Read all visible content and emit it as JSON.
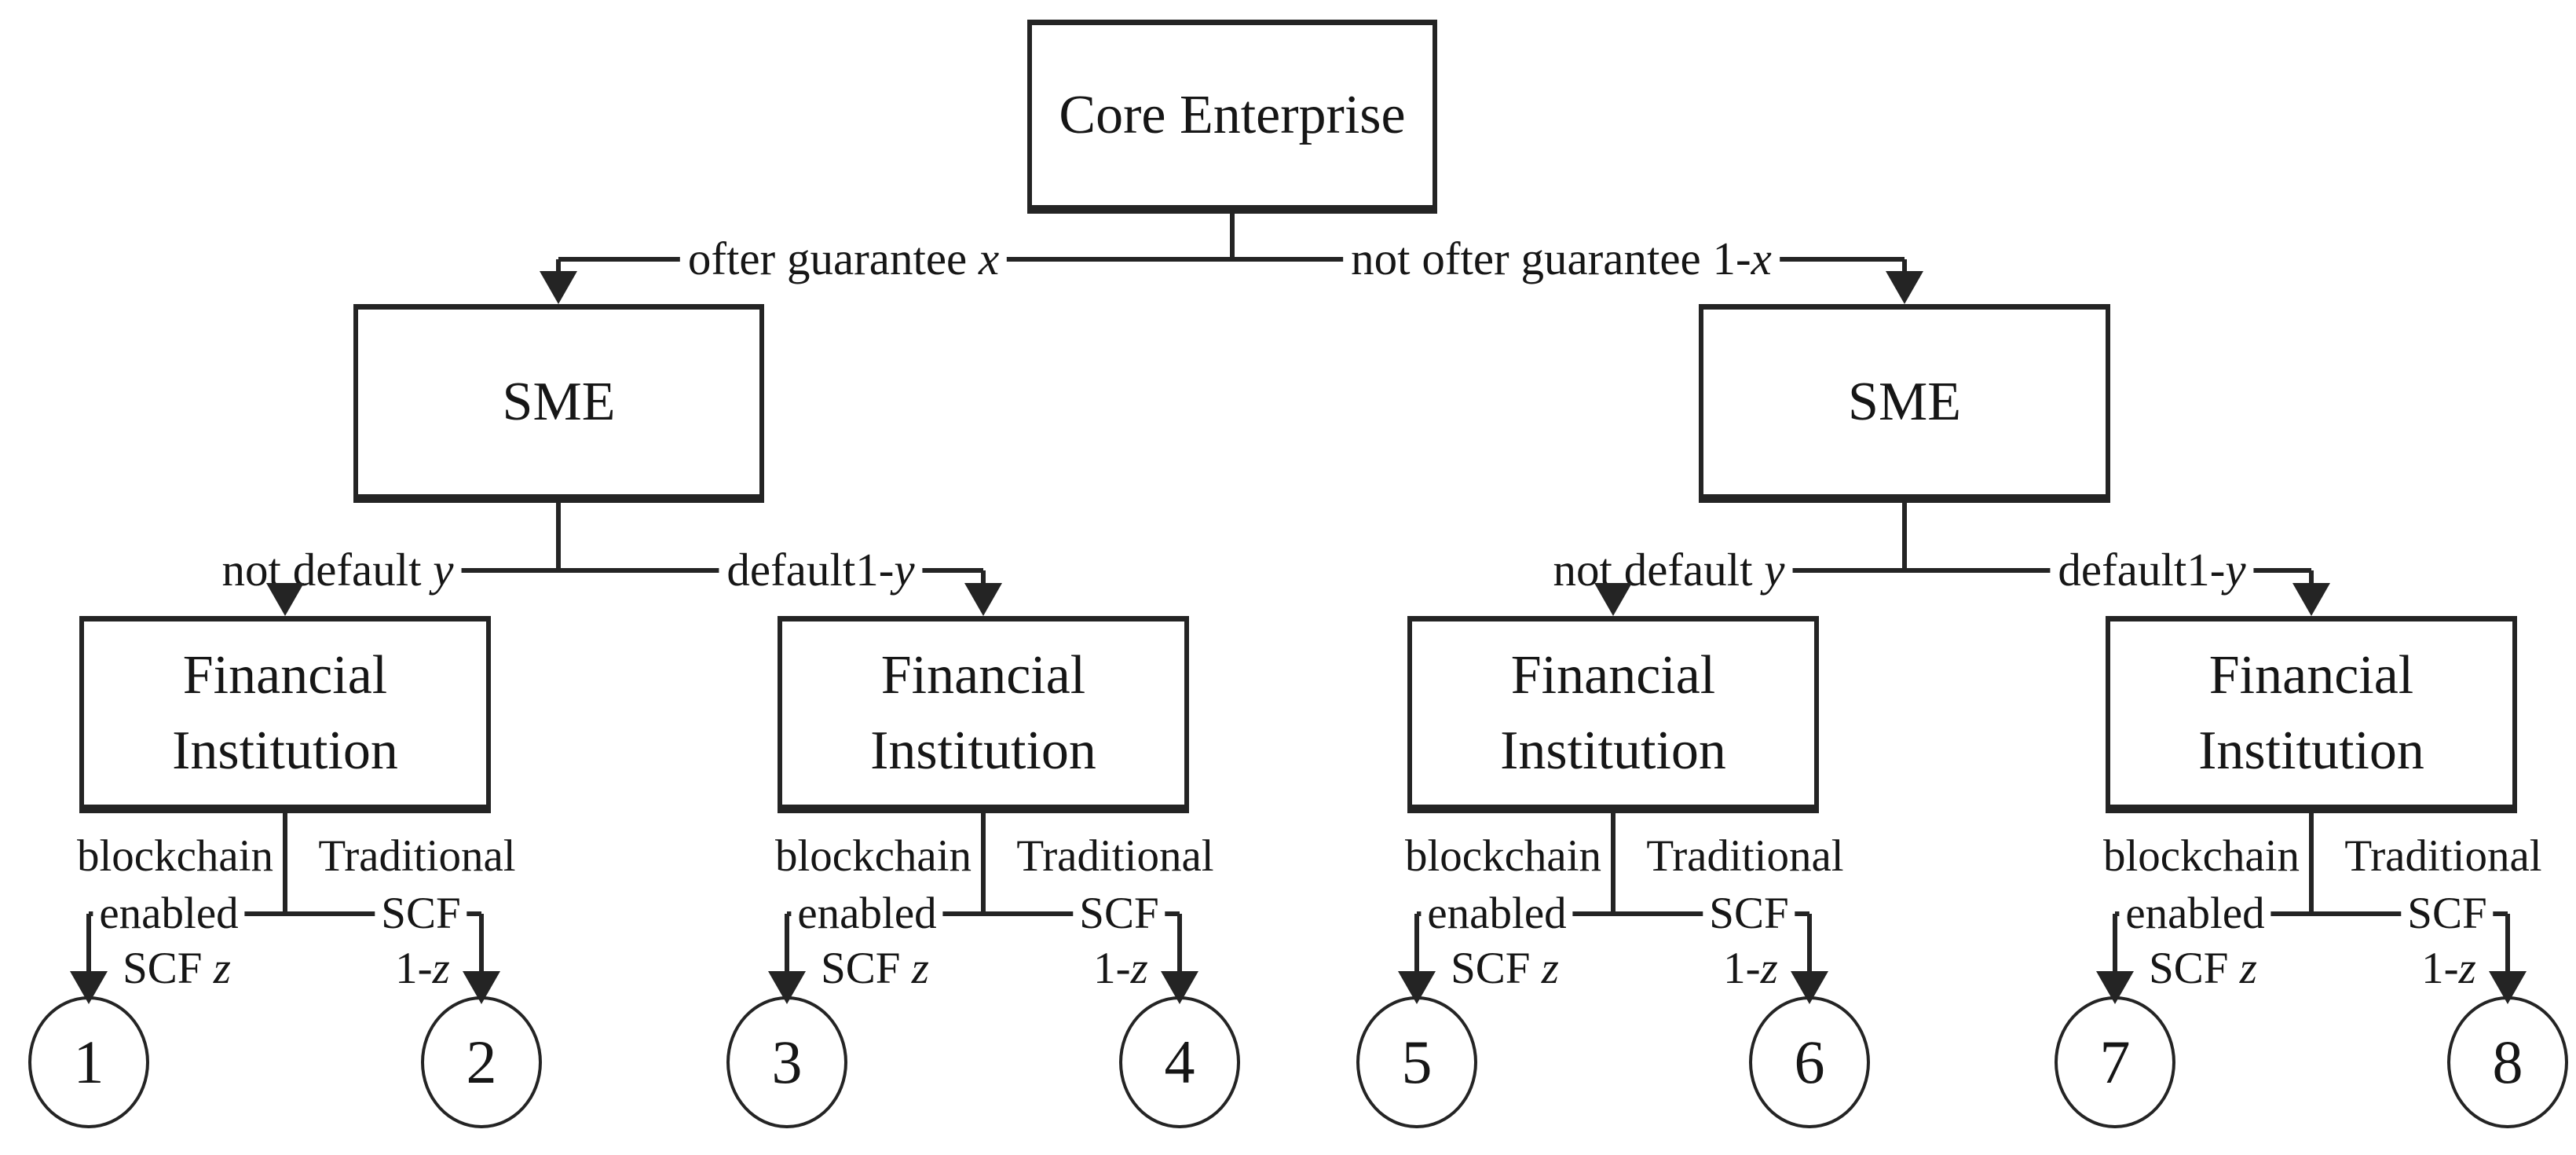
{
  "diagram": {
    "nodes": {
      "root_label": "Core Enterprise",
      "sme_label": "SME",
      "fi_label_line1": "Financial",
      "fi_label_line2": "Institution"
    },
    "guarantee_branch": {
      "left_text": "ofter guarantee ",
      "left_var": "x",
      "right_text": "not ofter guarantee 1-",
      "right_var": "x"
    },
    "default_branch": {
      "left_text": "not default ",
      "left_var": "y",
      "right_text": "default1-",
      "right_var": "y"
    },
    "scf_branch": {
      "left_row1": "blockchain",
      "left_row2": "enabled",
      "left_row3_text": "SCF ",
      "left_row3_var": "z",
      "right_row1": "Traditional",
      "right_row2": "SCF",
      "right_row3_text": "1-",
      "right_row3_var": "z"
    },
    "leaves": [
      "1",
      "2",
      "3",
      "4",
      "5",
      "6",
      "7",
      "8"
    ],
    "colors": {
      "line": "#242424",
      "background": "#ffffff",
      "text": "#161616"
    }
  }
}
